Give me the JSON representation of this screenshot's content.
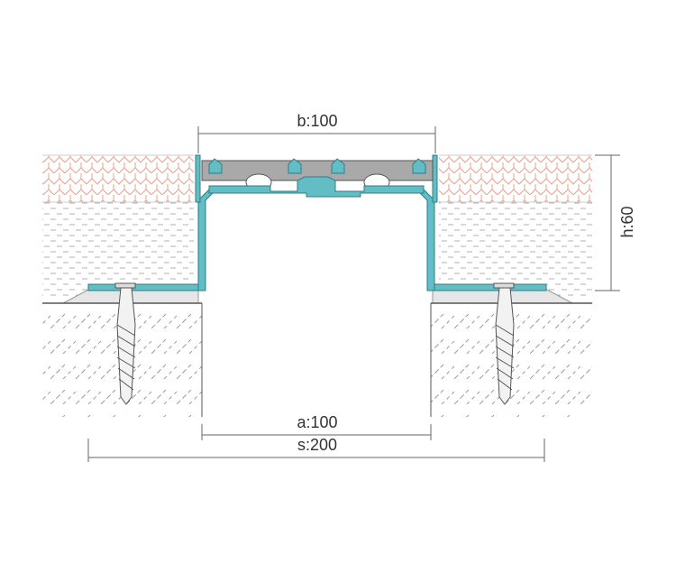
{
  "dimensions": {
    "b": "b:100",
    "h": "h:60",
    "a": "a:100",
    "s": "s:200"
  },
  "colors": {
    "profile": "#63bdc5",
    "profile_stroke": "#2e7f87",
    "insert": "#a9a9a9",
    "tile_hatch": "#e8a08c",
    "screed_dash": "#b0b0b0",
    "concrete_hatch": "#9a9a9a",
    "dimension_line": "#666666"
  }
}
